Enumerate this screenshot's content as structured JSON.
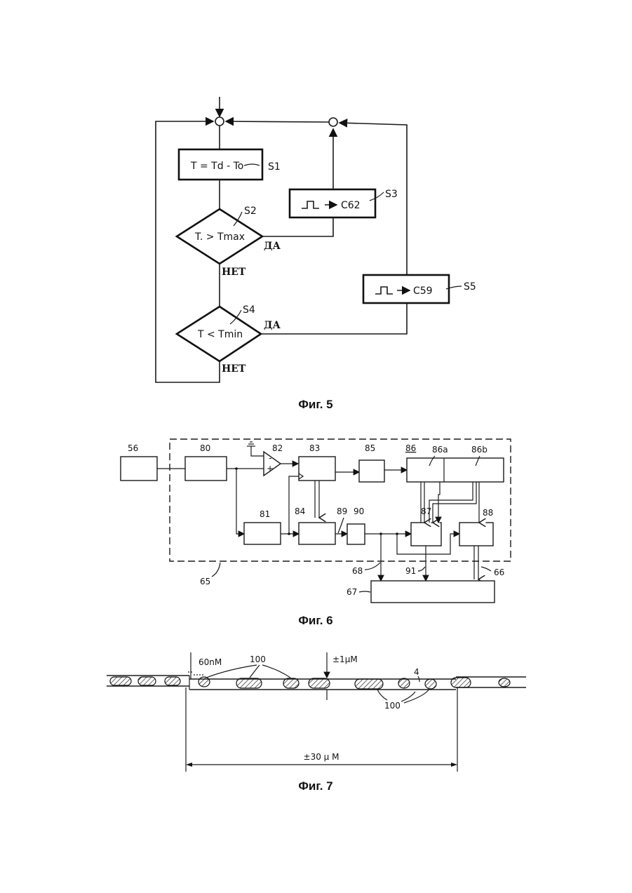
{
  "fig5": {
    "caption": "Фиг. 5",
    "s1_formula": "T = Td - To",
    "s1_ref": "S1",
    "s2_ref": "S2",
    "s2_condition": "T. > Tmax",
    "s2_yes": "ДА",
    "s2_no": "НЕТ",
    "s3_ref": "S3",
    "s3_action": "C62",
    "s4_ref": "S4",
    "s4_condition": "T < Tmin",
    "s4_yes": "ДА",
    "s4_no": "НЕТ",
    "s5_ref": "S5",
    "s5_action": "C59"
  },
  "fig6": {
    "caption": "Фиг. 6",
    "labels": {
      "b56": "56",
      "b80": "80",
      "b82": "82",
      "b83": "83",
      "b85": "85",
      "b86": "86",
      "b86a": "86a",
      "b86b": "86b",
      "b81": "81",
      "b84": "84",
      "b89": "89",
      "b90": "90",
      "b87": "87",
      "b88": "88",
      "b65": "65",
      "b68": "68",
      "b91": "91",
      "b66": "66",
      "b67": "67",
      "minus": "-",
      "plus": "+"
    }
  },
  "fig7": {
    "caption": "Фиг. 7",
    "dim_60": "60nM",
    "ref_100_top": "100",
    "dim_1": "±1μM",
    "ref_4": "4",
    "ref_100_bottom": "100",
    "dim_30": "±30 μ M"
  }
}
